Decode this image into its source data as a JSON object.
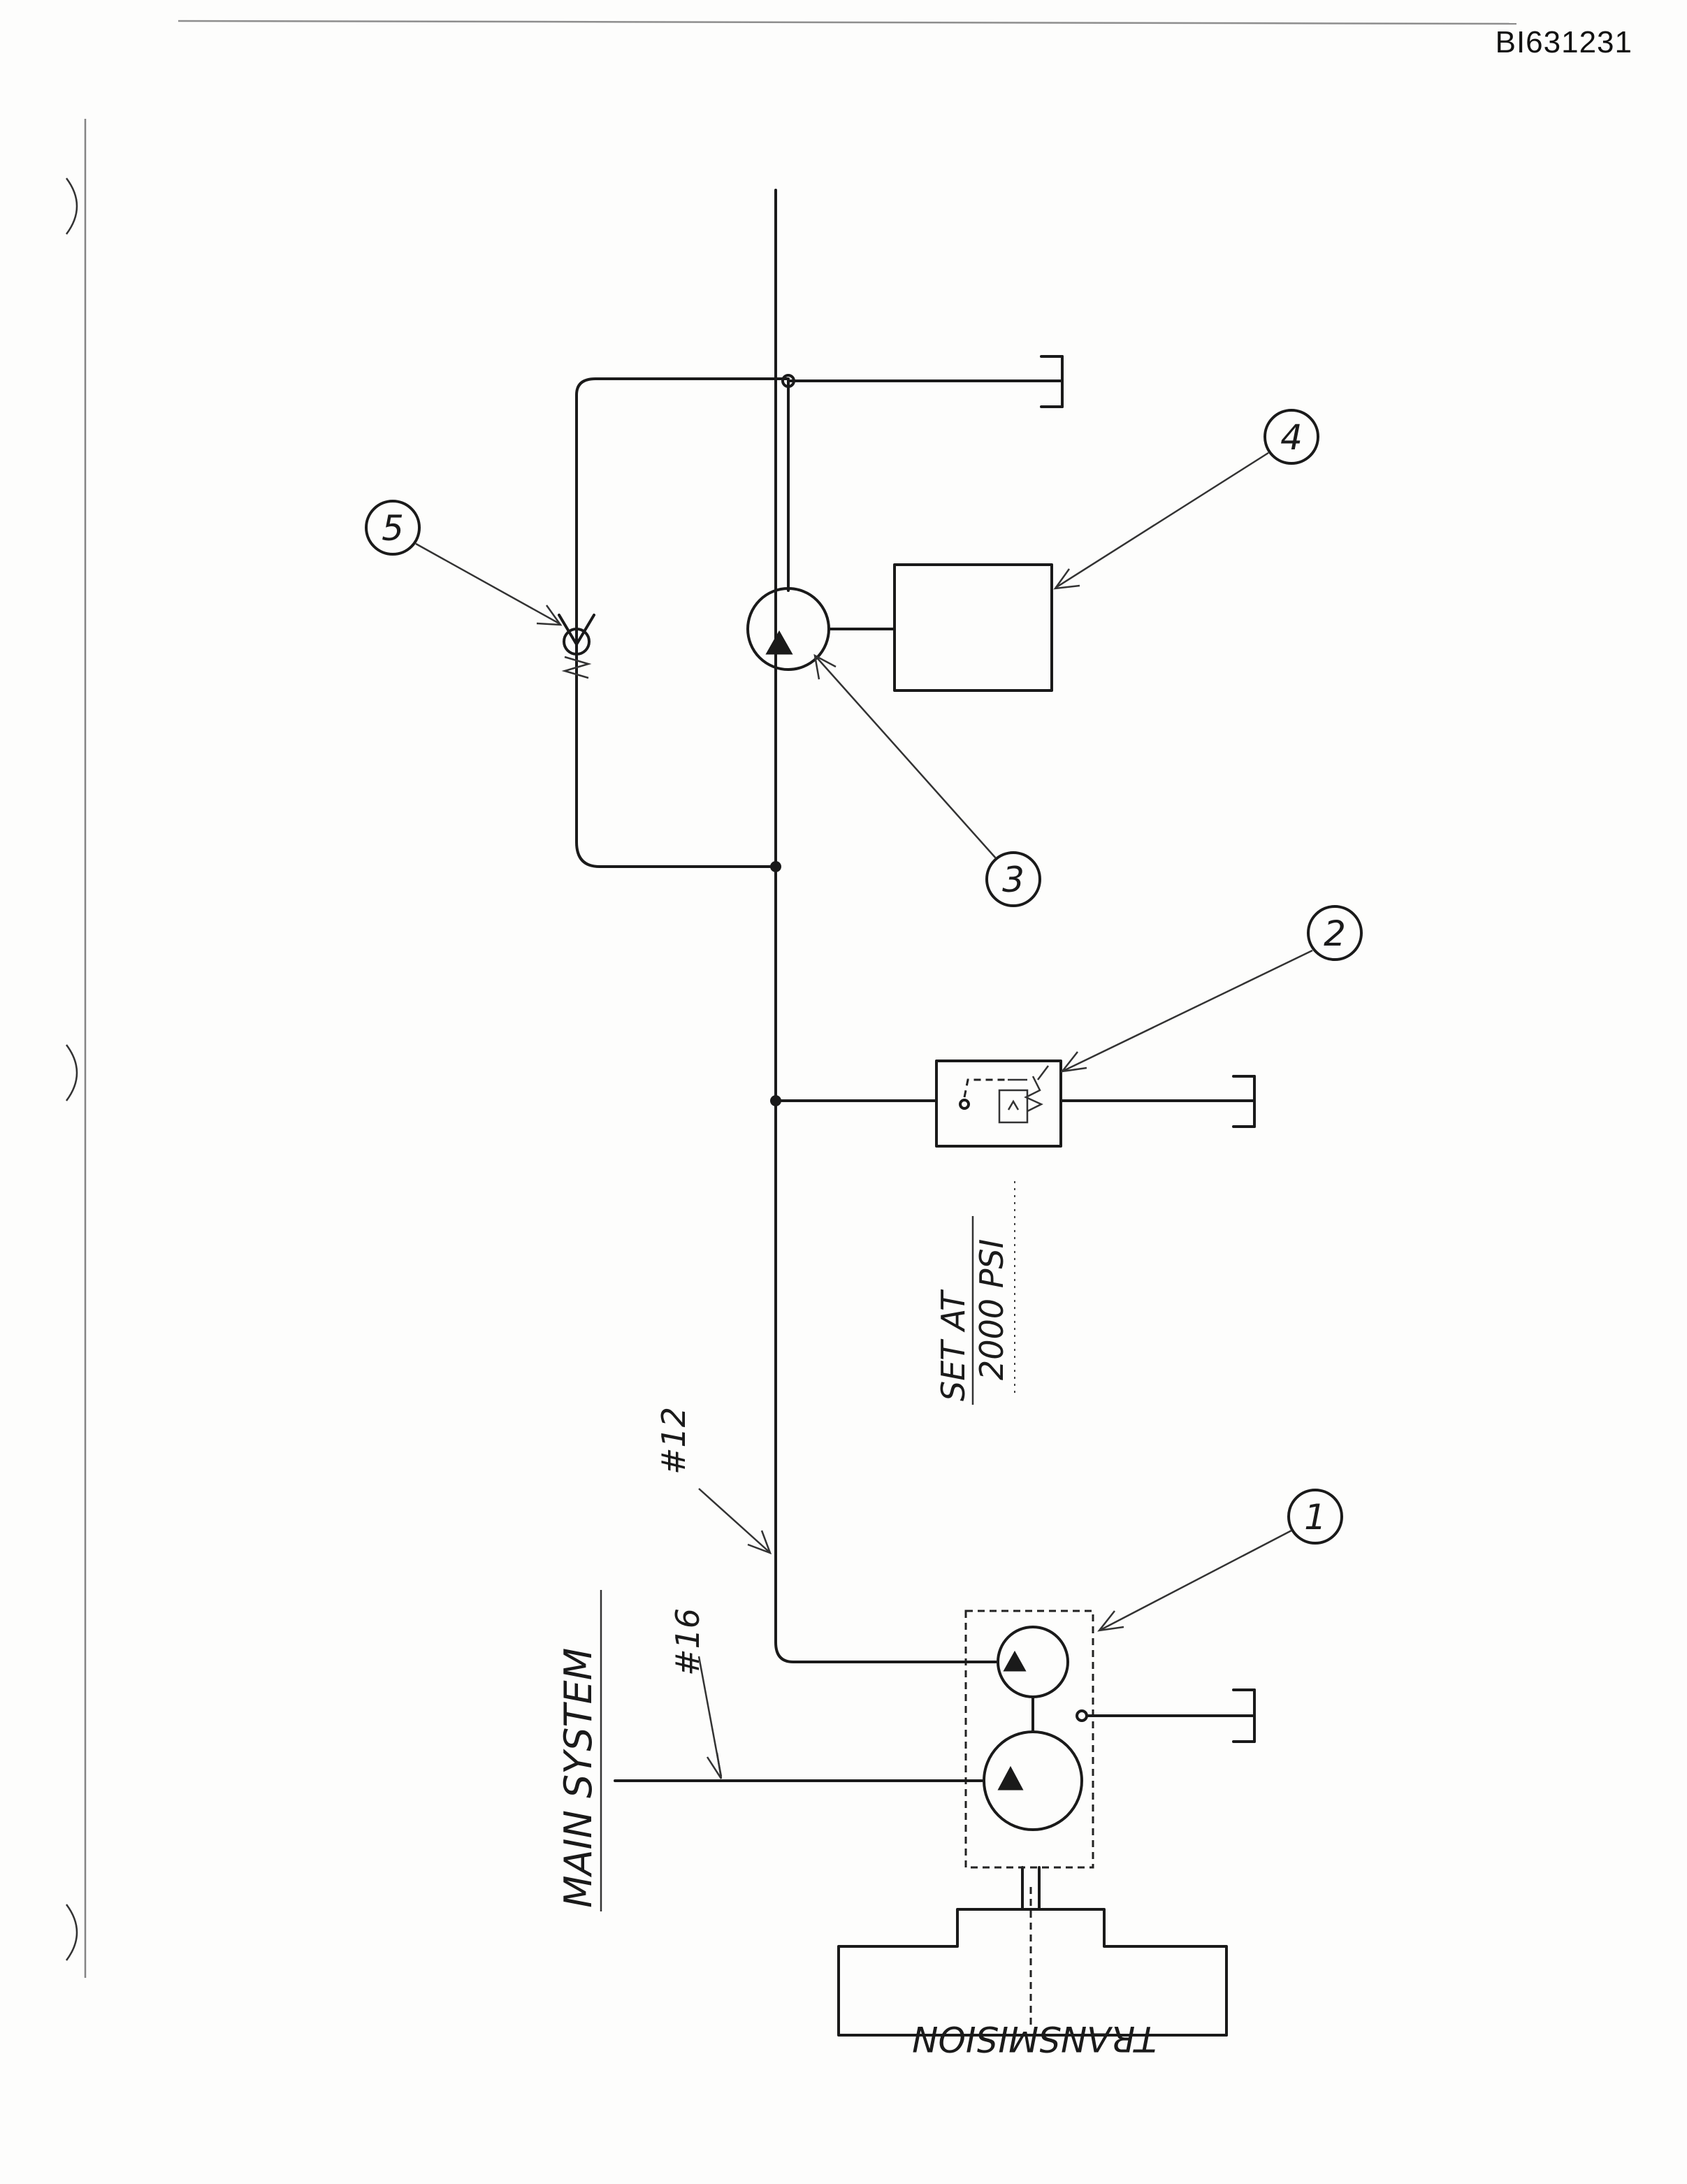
{
  "document": {
    "id": "BI631231"
  },
  "diagram": {
    "callouts": [
      "1",
      "2",
      "3",
      "4",
      "5"
    ],
    "labels": {
      "transmission": "TRANSMISION",
      "main_system": "MAIN SYSTEM",
      "line_16": "#16",
      "line_12": "#12",
      "set_at": "SET AT",
      "pressure": "2000 PSI"
    }
  }
}
